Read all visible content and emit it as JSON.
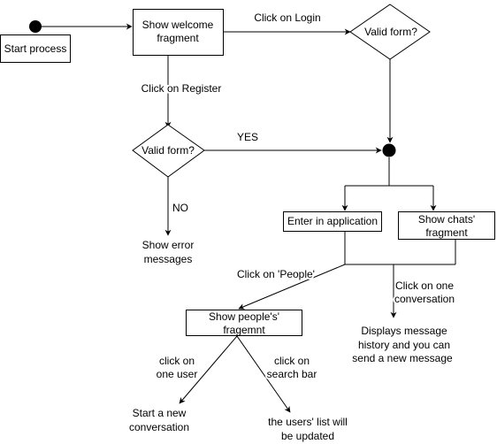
{
  "nodes": {
    "start_process": "Start process",
    "welcome_line1": "Show welcome",
    "welcome_line2": "fragment",
    "valid_form_top": "Valid form?",
    "valid_form_left": "Valid form?",
    "enter_app": "Enter in application",
    "chats_line1": "Show chats'",
    "chats_line2": "fragment",
    "people_line1": "Show people's'",
    "people_line2": "fragemnt",
    "error_line1": "Show error",
    "error_line2": "messages",
    "display_line1": "Displays message",
    "display_line2": "history and you can",
    "display_line3": "send a new message",
    "new_conv_line1": "Start a new",
    "new_conv_line2": "conversation",
    "updated_line1": "the users' list will",
    "updated_line2": "be updated"
  },
  "labels": {
    "click_login": "Click on Login",
    "click_register": "Click on Register",
    "yes": "YES",
    "no": "NO",
    "click_people": "Click on 'People'",
    "click_one_conv_1": "Click on one",
    "click_one_conv_2": "conversation",
    "click_one_user_1": "click on",
    "click_one_user_2": "one user",
    "click_search_1": "click on",
    "click_search_2": "search bar"
  }
}
